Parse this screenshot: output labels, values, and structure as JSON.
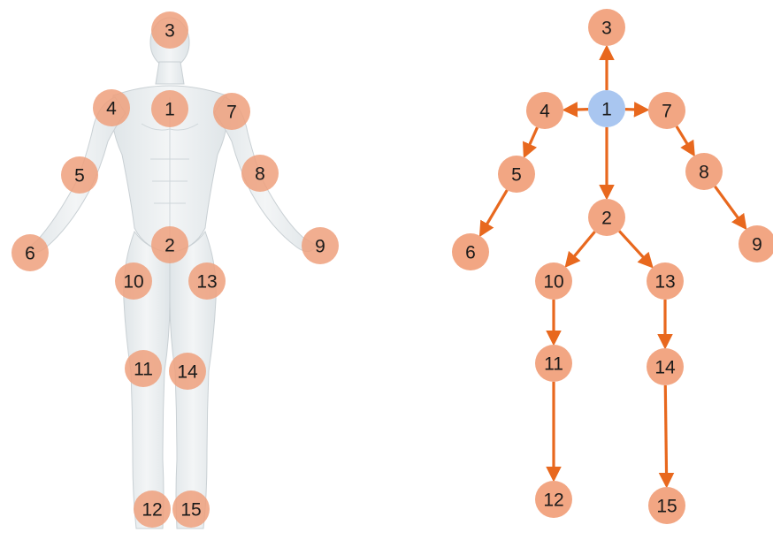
{
  "colors": {
    "joint": "#f2a683",
    "joint_left": "#efa07c",
    "root": "#a9c6f0",
    "arrow": "#e8681e",
    "body_fill": "#e9edef",
    "body_stroke": "#c9d0d4",
    "text": "#1a1a1a"
  },
  "figure": {
    "joints": [
      {
        "id": "3",
        "label": "3"
      },
      {
        "id": "1",
        "label": "1"
      },
      {
        "id": "4",
        "label": "4"
      },
      {
        "id": "7",
        "label": "7"
      },
      {
        "id": "5",
        "label": "5"
      },
      {
        "id": "8",
        "label": "8"
      },
      {
        "id": "6",
        "label": "6"
      },
      {
        "id": "9",
        "label": "9"
      },
      {
        "id": "2",
        "label": "2"
      },
      {
        "id": "10",
        "label": "10"
      },
      {
        "id": "13",
        "label": "13"
      },
      {
        "id": "11",
        "label": "11"
      },
      {
        "id": "14",
        "label": "14"
      },
      {
        "id": "12",
        "label": "12"
      },
      {
        "id": "15",
        "label": "15"
      }
    ]
  },
  "skeleton": {
    "root": "1",
    "nodes": [
      {
        "id": "3",
        "label": "3"
      },
      {
        "id": "4",
        "label": "4"
      },
      {
        "id": "1",
        "label": "1"
      },
      {
        "id": "7",
        "label": "7"
      },
      {
        "id": "5",
        "label": "5"
      },
      {
        "id": "8",
        "label": "8"
      },
      {
        "id": "2",
        "label": "2"
      },
      {
        "id": "6",
        "label": "6"
      },
      {
        "id": "9",
        "label": "9"
      },
      {
        "id": "10",
        "label": "10"
      },
      {
        "id": "13",
        "label": "13"
      },
      {
        "id": "11",
        "label": "11"
      },
      {
        "id": "14",
        "label": "14"
      },
      {
        "id": "12",
        "label": "12"
      },
      {
        "id": "15",
        "label": "15"
      }
    ],
    "edges": [
      {
        "from": "1",
        "to": "3"
      },
      {
        "from": "1",
        "to": "4"
      },
      {
        "from": "1",
        "to": "7"
      },
      {
        "from": "1",
        "to": "2"
      },
      {
        "from": "4",
        "to": "5"
      },
      {
        "from": "5",
        "to": "6"
      },
      {
        "from": "7",
        "to": "8"
      },
      {
        "from": "8",
        "to": "9"
      },
      {
        "from": "2",
        "to": "10"
      },
      {
        "from": "2",
        "to": "13"
      },
      {
        "from": "10",
        "to": "11"
      },
      {
        "from": "11",
        "to": "12"
      },
      {
        "from": "13",
        "to": "14"
      },
      {
        "from": "14",
        "to": "15"
      }
    ]
  }
}
